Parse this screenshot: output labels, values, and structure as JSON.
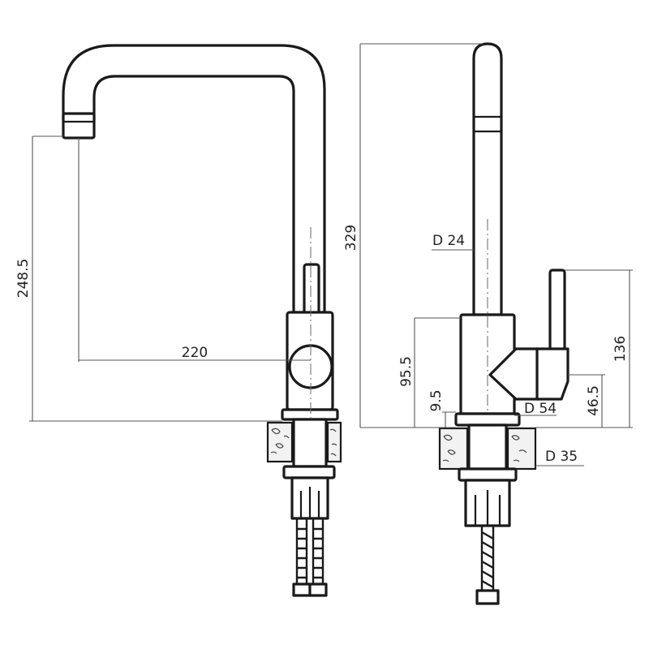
{
  "dimensions": {
    "side_view": {
      "spout_height": "248.5",
      "reach": "220"
    },
    "front_view": {
      "total_height": "329",
      "spout_diameter": "D 24",
      "body_height": "95.5",
      "base_height": "9.5",
      "body_diameter": "D 54",
      "lever_height": "136",
      "lever_pivot_height": "46.5",
      "mount_diameter": "D 35"
    }
  },
  "colors": {
    "line": "#1a1a1a",
    "dimension": "#555555",
    "background": "#ffffff"
  }
}
